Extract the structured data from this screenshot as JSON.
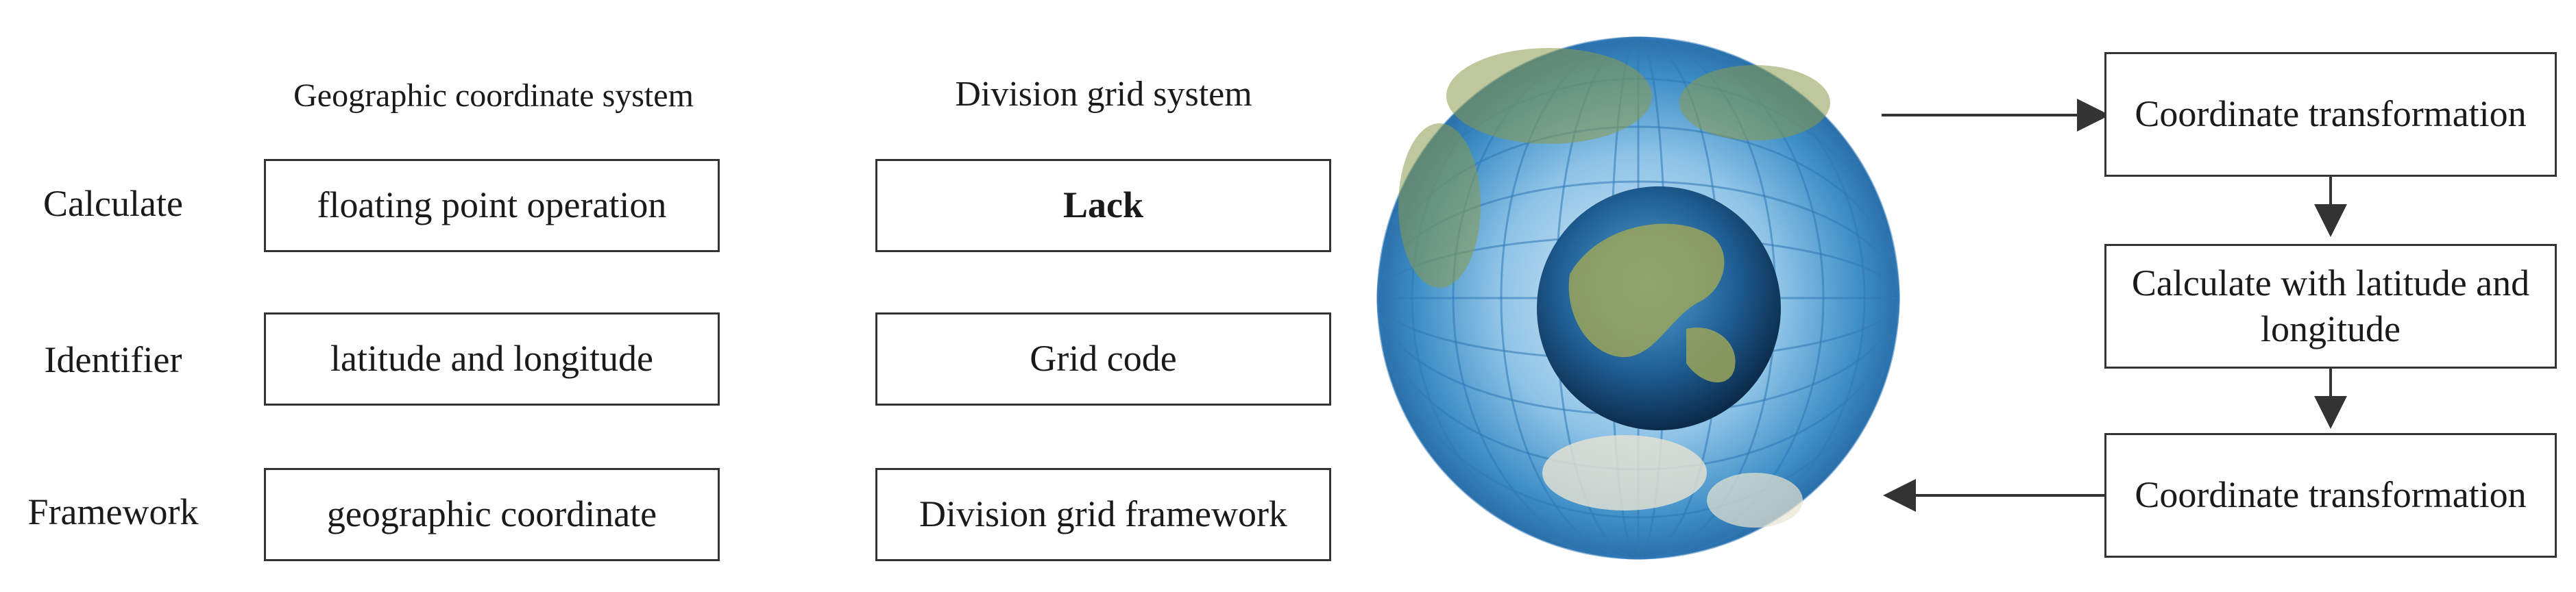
{
  "headers": {
    "geo": "Geographic coordinate system",
    "grid": "Division grid system"
  },
  "row_labels": [
    "Calculate",
    "Identifier",
    "Framework"
  ],
  "geo_boxes": [
    "floating point operation",
    "latitude and longitude",
    "geographic coordinate"
  ],
  "grid_boxes": [
    "Lack",
    "Grid code",
    "Division grid framework"
  ],
  "flow": {
    "step1": "Coordinate transformation",
    "step2": "Calculate with latitude and longitude",
    "step3": "Coordinate transformation"
  },
  "colors": {
    "ocean": "#3f8fc7",
    "grid_line": "#2f78b8",
    "land": "#8a9a4a",
    "stroke": "#333333"
  }
}
